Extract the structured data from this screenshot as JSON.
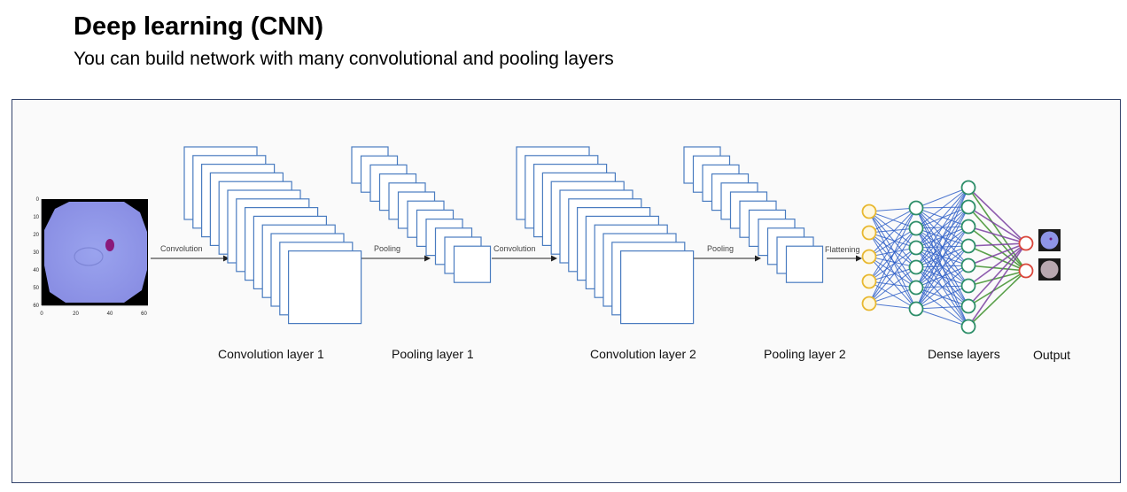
{
  "header": {
    "title": "Deep learning (CNN)",
    "subtitle": "You can build network with many convolutional and pooling layers"
  },
  "diagram": {
    "input_axis": {
      "y_ticks": [
        "0",
        "10",
        "20",
        "30",
        "40",
        "50",
        "60"
      ],
      "x_ticks": [
        "0",
        "20",
        "40",
        "60"
      ]
    },
    "arrow_labels": [
      "Convolution",
      "Pooling",
      "Convolution",
      "Pooling",
      "Flattening"
    ],
    "stage_labels": {
      "conv1": "Convolution layer 1",
      "pool1": "Pooling layer 1",
      "conv2": "Convolution layer 2",
      "pool2": "Pooling layer 2",
      "dense": "Dense layers",
      "output": "Output"
    },
    "colors": {
      "map_stroke": "#4a7cc0",
      "input_node": "#e8b830",
      "hidden_node": "#2f8f6a",
      "output_node": "#d9453a",
      "edge_blue": "#3060c8",
      "edge_purple": "#7a3fa0",
      "edge_green": "#3d8f2a",
      "frame": "#33436b"
    }
  }
}
